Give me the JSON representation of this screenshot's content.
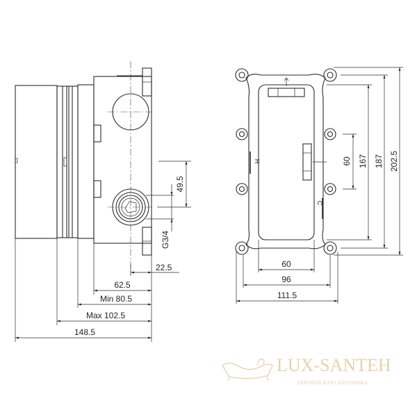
{
  "side_view": {
    "dimensions": {
      "d1": "49.5",
      "d2": "G3/4",
      "d3": "22.5",
      "d4": "62.5",
      "d5": "Min 80.5",
      "d6": "Max 102.5",
      "d7": "148.5"
    }
  },
  "front_view": {
    "marks": {
      "hot": "H",
      "cold": "C"
    },
    "dimensions": {
      "h1": "60",
      "h2": "167",
      "h3": "187",
      "h4": "202.5",
      "w1": "60",
      "w2": "96",
      "w3": "111.5"
    }
  },
  "logo": {
    "name": "LUX-SANTEH",
    "tagline": "ЕВРОПЕЙСКАЯ САНТЕХНИКА",
    "color": "#e6d3ab"
  }
}
